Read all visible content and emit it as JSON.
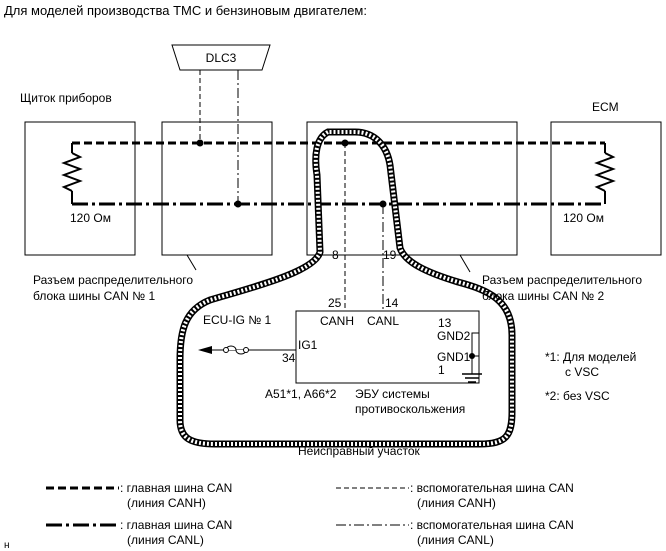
{
  "title": "Для моделей производства TMC и бензиновым двигателем:",
  "connector_dlc3": "DLC3",
  "instrument_cluster": "Щиток приборов",
  "ecm": "ECM",
  "resistor_left": "120 Ом",
  "resistor_right": "120 Ом",
  "junction1_line1": "Разъем распределительного",
  "junction1_line2": "блока шины CAN № 1",
  "junction2_line1": "Разъем распределительного",
  "junction2_line2": "блока шины CAN № 2",
  "pin_8": "8",
  "pin_19": "19",
  "pin_25": "25",
  "pin_14": "14",
  "pin_13": "13",
  "pin_34": "34",
  "pin_1": "1",
  "ecu_ig": "ECU-IG № 1",
  "canh": "CANH",
  "canl": "CANL",
  "ig1": "IG1",
  "gnd2": "GND2",
  "gnd1": "GND1",
  "connector_codes": "A51*1, A66*2",
  "abs_ecu_line1": "ЭБУ системы",
  "abs_ecu_line2": "противоскольжения",
  "note1_line1": "*1: Для моделей",
  "note1_line2": "с VSC",
  "note2": "*2: без VSC",
  "faulty_area": "Неисправный участок",
  "legend": {
    "main_canh_1": ": главная шина CAN",
    "main_canh_2": "(линия CANH)",
    "sub_canh_1": ": вспомогательная шина CAN",
    "sub_canh_2": "(линия CANH)",
    "main_canl_1": ": главная шина CAN",
    "main_canl_2": "(линия CANL)",
    "sub_canl_1": ": вспомогательная шина CAN",
    "sub_canl_2": "(линия CANL)"
  },
  "corner_mark": "н"
}
